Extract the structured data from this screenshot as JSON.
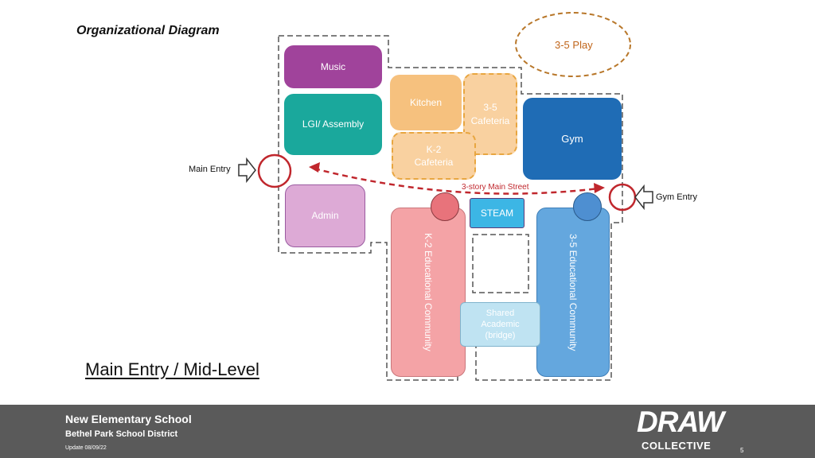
{
  "title": "Organizational Diagram",
  "play_area": "3-5 Play",
  "rooms": {
    "music": "Music",
    "lgi": "LGI/ Assembly",
    "kitchen": "Kitchen",
    "cafeteria_35": "3-5\nCafeteria",
    "cafeteria_k2": "K-2\nCafeteria",
    "gym": "Gym",
    "admin": "Admin",
    "steam": "STEAM",
    "k2_community": "K-2 Educational Community",
    "community_35": "3-5 Educational Community",
    "shared_academic": "Shared\nAcademic\n(bridge)"
  },
  "entries": {
    "main": "Main Entry",
    "gym": "Gym Entry"
  },
  "main_street": "3-story Main Street",
  "level_label": "Main Entry / Mid-Level",
  "colors": {
    "music": "#a0439b",
    "lgi": "#1aa89c",
    "kitchen": "#f6c17e",
    "cafeteria": "#f9d1a0",
    "gym": "#1f6cb5",
    "admin": "#ddaad6",
    "steam": "#3cb6e5",
    "k2": "#f4a3a6",
    "k2_node": "#e8737b",
    "community_35": "#64a7de",
    "node_35": "#4e8fd1",
    "shared": "#bfe3f2",
    "entry_circle": "#c0272d",
    "footer": "#5a5a5a"
  },
  "footer": {
    "school": "New Elementary School",
    "district": "Bethel Park School District",
    "update": "Update 08/09/22",
    "page": "5",
    "logo_main": "DRAW",
    "logo_sub": "COLLECTIVE"
  }
}
